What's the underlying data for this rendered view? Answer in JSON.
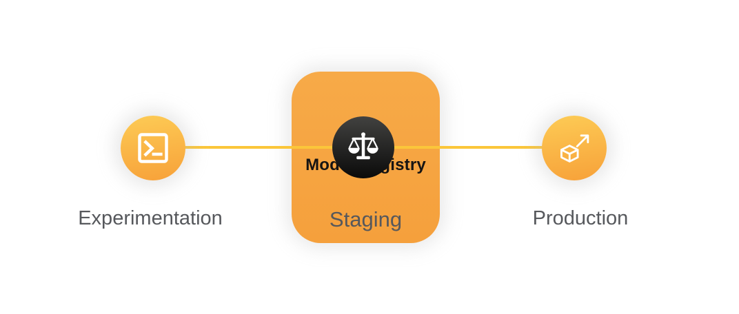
{
  "diagram": {
    "nodes": {
      "experimentation": {
        "label": "Experimentation",
        "icon": "terminal-icon"
      },
      "registry": {
        "title": "Model Registry",
        "stage_label": "Staging",
        "icon": "balance-scale-icon"
      },
      "production": {
        "label": "Production",
        "icon": "deploy-cube-icon"
      }
    }
  },
  "colors": {
    "node_top": "#FDCB55",
    "node_bottom": "#F7A139",
    "card_top": "#F7AA48",
    "card_bottom": "#F5A03C",
    "connector": "#FBC63A",
    "dark_top": "#424240",
    "dark_bottom": "#0A0A0A",
    "title_text": "#161413",
    "label_text": "#56585C",
    "icon_stroke": "#FFFFFF"
  }
}
